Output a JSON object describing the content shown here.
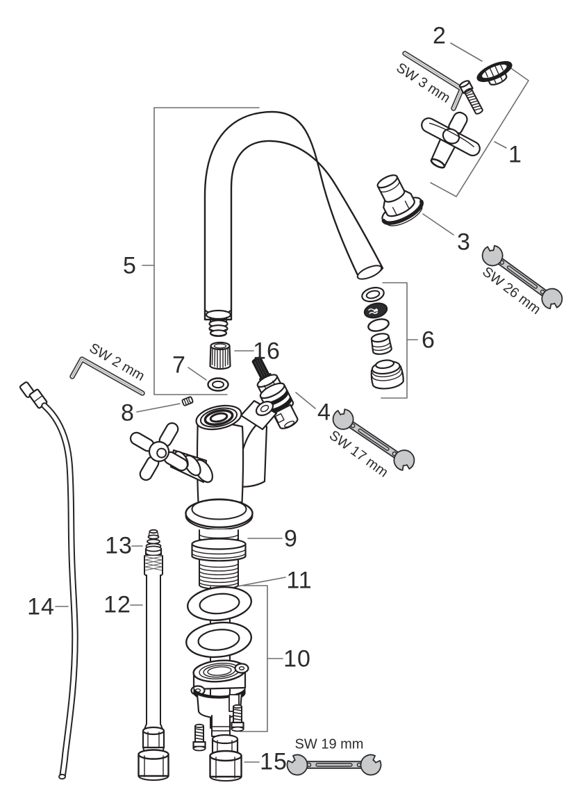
{
  "diagram": {
    "kind": "exploded-parts-diagram",
    "background": "#ffffff",
    "line_color": "#231f20",
    "callout_line_color": "#6d6e71",
    "tool_fill_color": "#c9cacb",
    "callouts": [
      {
        "number": "1"
      },
      {
        "number": "2"
      },
      {
        "number": "3"
      },
      {
        "number": "4"
      },
      {
        "number": "5"
      },
      {
        "number": "6"
      },
      {
        "number": "7"
      },
      {
        "number": "8"
      },
      {
        "number": "9"
      },
      {
        "number": "10"
      },
      {
        "number": "11"
      },
      {
        "number": "12"
      },
      {
        "number": "13"
      },
      {
        "number": "14"
      },
      {
        "number": "15"
      },
      {
        "number": "16"
      }
    ],
    "tools": [
      {
        "label": "SW 3 mm",
        "type": "allen-key"
      },
      {
        "label": "SW 2 mm",
        "type": "allen-key"
      },
      {
        "label": "SW 26 mm",
        "type": "open-end-wrench"
      },
      {
        "label": "SW 17 mm",
        "type": "open-end-wrench"
      },
      {
        "label": "SW 19 mm",
        "type": "open-end-wrench"
      }
    ]
  }
}
